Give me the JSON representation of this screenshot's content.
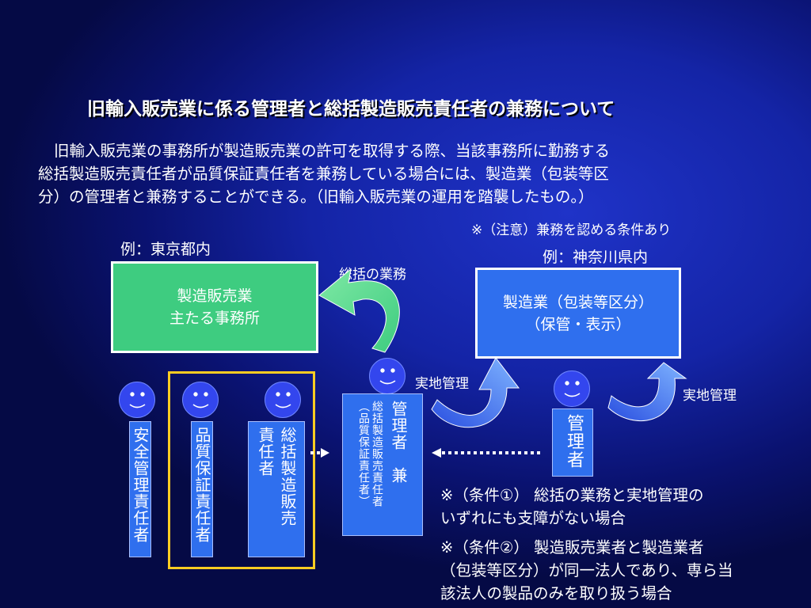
{
  "title": "旧輸入販売業に係る管理者と総括製造販売責任者の兼務について",
  "intro": {
    "line1": "旧輸入販売業の事務所が製造販売業の許可を取得する際、当該事務所に勤務する",
    "line2": "総括製造販売責任者が品質保証責任者を兼務している場合には、製造業（包装等区",
    "line3": "分）の管理者と兼務することができる。（旧輸入販売業の運用を踏襲したもの。）"
  },
  "caution_note": "※（注意）兼務を認める条件あり",
  "left_example": "例：東京都内",
  "right_example": "例：神奈川県内",
  "green_box": {
    "line1": "製造販売業",
    "line2": "主たる事務所"
  },
  "blue_box": {
    "line1": "製造業（包装等区分）",
    "line2": "（保管・表示）"
  },
  "arrow_labels": {
    "general_duties": "総括の業務",
    "onsite_mgmt_1": "実地管理",
    "onsite_mgmt_2": "実地管理"
  },
  "persons": {
    "safety": "安全管理責任者",
    "quality": "品質保証責任者",
    "general_col1": "総括製造販売",
    "general_col2": "責任者",
    "concurrent_main": "管理者　兼",
    "concurrent_sub1": "総括製造販売責任者",
    "concurrent_sub2": "（品質保証責任者）",
    "manager": "管理者"
  },
  "conditions": {
    "c1_line1": "※（条件①） 総括の業務と実地管理の",
    "c1_line2": "いずれにも支障がない場合",
    "c2_line1": "※（条件②） 製造販売業者と製造業者",
    "c2_line2": "（包装等区分）が同一法人であり、専ら当",
    "c2_line3": "該法人の製品のみを取り扱う場合"
  },
  "colors": {
    "green_box": "#3ecc80",
    "blue_box": "#2f6fee",
    "yellow_frame": "#ffcc22",
    "face": "#3346ee"
  }
}
